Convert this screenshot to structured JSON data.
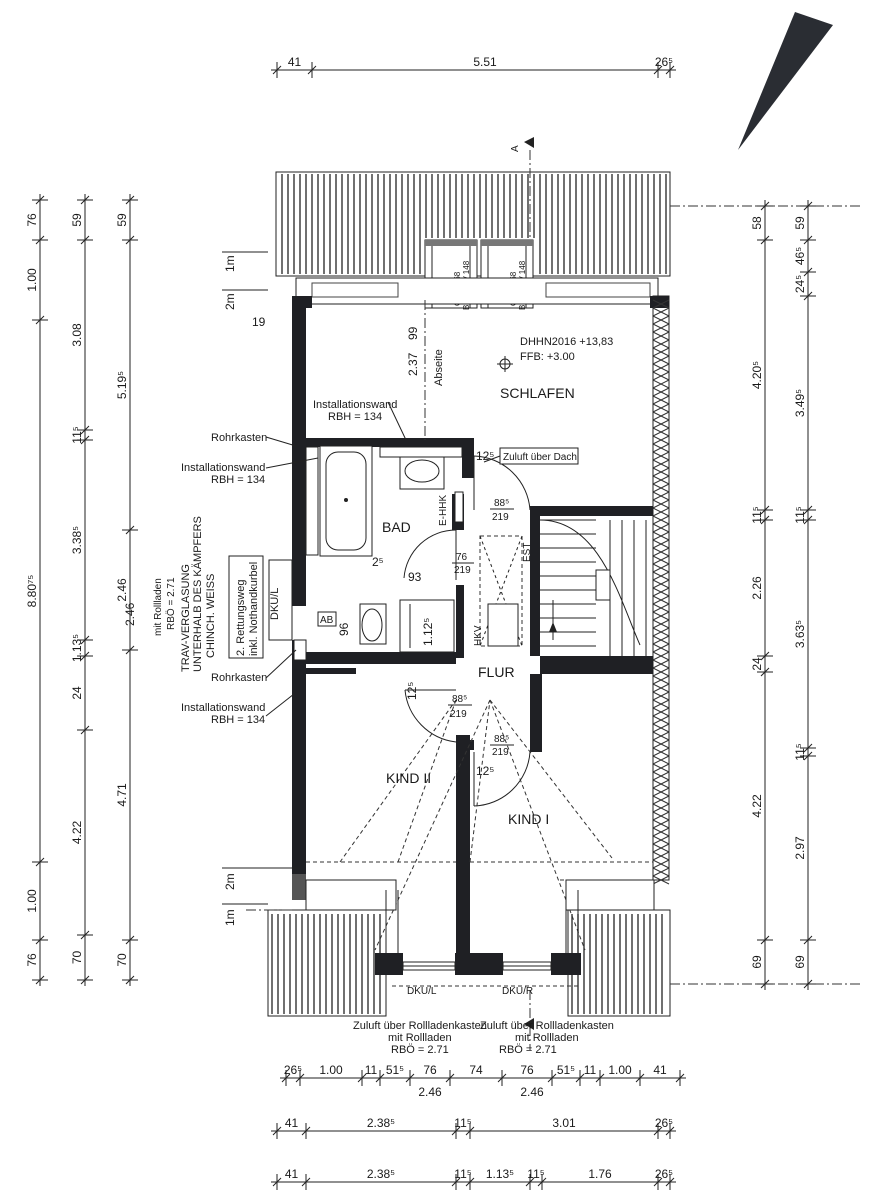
{
  "rooms": {
    "schlafen": "SCHLAFEN",
    "bad": "BAD",
    "flur": "FLUR",
    "kind1": "KIND I",
    "kind2": "KIND II"
  },
  "labels": {
    "dhhn": "DHHN2016 +13,83",
    "ffb": "FFB: +3.00",
    "abseite": "Abseite",
    "install_top_1": "Installationswand",
    "install_top_2": "RBH = 134",
    "rohrkasten_1": "Rohrkasten",
    "install_mid_1": "Installationswand",
    "install_mid_2": "RBH = 134",
    "rohrkasten_2": "Rohrkasten",
    "install_bot_1": "Installationswand",
    "install_bot_2": "RBH = 134",
    "zuluft_dach": "Zuluft über Dach",
    "ehhk": "E-HHK",
    "est": "EST",
    "hkv": "HKV",
    "ab": "AB",
    "trav_1": "TRAV-VERGLASUNG",
    "trav_2": "UNTERHALB DES KÄMPFERS",
    "trav_3": "CHINCH. WEISS",
    "rettung_1": "2. Rettungsweg",
    "rettung_2": "inkl. Nothandkurbel",
    "mit_rolladen": "mit Rollladen",
    "rbo_left": "RBÖ = 2.71",
    "dku_l_side": "DKU/L",
    "dku_l": "DKU/L",
    "dku_r": "DKU/R",
    "zuluft_rolladen_l1": "Zuluft über Rollladenkasten",
    "zuluft_rolladen_l2": "mit Rollladen",
    "zuluft_rolladen_l3": "RBÖ = 2.71",
    "zuluft_rolladen_r1": "Zuluft über Rollladenkasten",
    "zuluft_rolladen_r2": "mit Rollladen",
    "zuluft_rolladen_r3": "RBÖ = 2.71",
    "ggu_1": "GGU - 68",
    "ggu_1b": "BH = 78 / 148",
    "ggu_2": "GGU - 68",
    "ggu_2b": "BH = 78 / 148",
    "section_a": "A",
    "m1_top": "1m",
    "m2_top": "2m",
    "m2_bot": "2m",
    "m1_bot": "1m"
  },
  "doors": {
    "schlafen": "88⁵",
    "schlafen_h": "219",
    "bad": "76",
    "bad_h": "219",
    "kind2": "88⁵",
    "kind2_h": "219",
    "kind1": "88⁵",
    "kind1_h": "219"
  },
  "dims_top": {
    "a": "41",
    "b": "5.51",
    "c": "26⁵"
  },
  "dims_inner": {
    "d237": "2.37",
    "d99": "99",
    "d19": "19",
    "d93": "93",
    "d96": "96",
    "d112": "1.12⁵",
    "d125a": "12⁵",
    "d25": "2⁵",
    "d125b": "12⁵",
    "d125c": "12⁵",
    "d246": "2.46"
  },
  "dims_left_outer": [
    "76",
    "1.00",
    "8.80⁷⁵",
    "1.00",
    "76"
  ],
  "dims_left_mid": [
    "59",
    "3.08",
    "11⁵",
    "3.38⁵",
    "1.13⁵",
    "24",
    "4.22",
    "70"
  ],
  "dims_left_inner": [
    "59",
    "5.19⁵",
    "2.46",
    "4.71",
    "70"
  ],
  "dims_right_outer": [
    "58",
    "4.20⁵",
    "11⁵",
    "2.26",
    "24",
    "4.22",
    "69"
  ],
  "dims_right_inner": [
    "59",
    "46⁵",
    "24⁵",
    "3.49⁵",
    "11⁵",
    "3.63⁵",
    "11⁵",
    "2.97",
    "69"
  ],
  "dims_bottom_1": [
    "26⁵",
    "1.00",
    "11",
    "51⁵",
    "76",
    "74",
    "76",
    "51⁵",
    "11",
    "1.00",
    "41"
  ],
  "dims_bottom_1b": [
    "2.46",
    "2.46"
  ],
  "dims_bottom_2": [
    "41",
    "2.38⁵",
    "11⁵",
    "3.01",
    "26⁵"
  ],
  "dims_bottom_3": [
    "41",
    "2.38⁵",
    "11⁵",
    "1.13⁵",
    "11⁵",
    "1.76",
    "26⁵"
  ],
  "colors": {
    "ink": "#1a1a1a",
    "wall": "#1f2024"
  }
}
